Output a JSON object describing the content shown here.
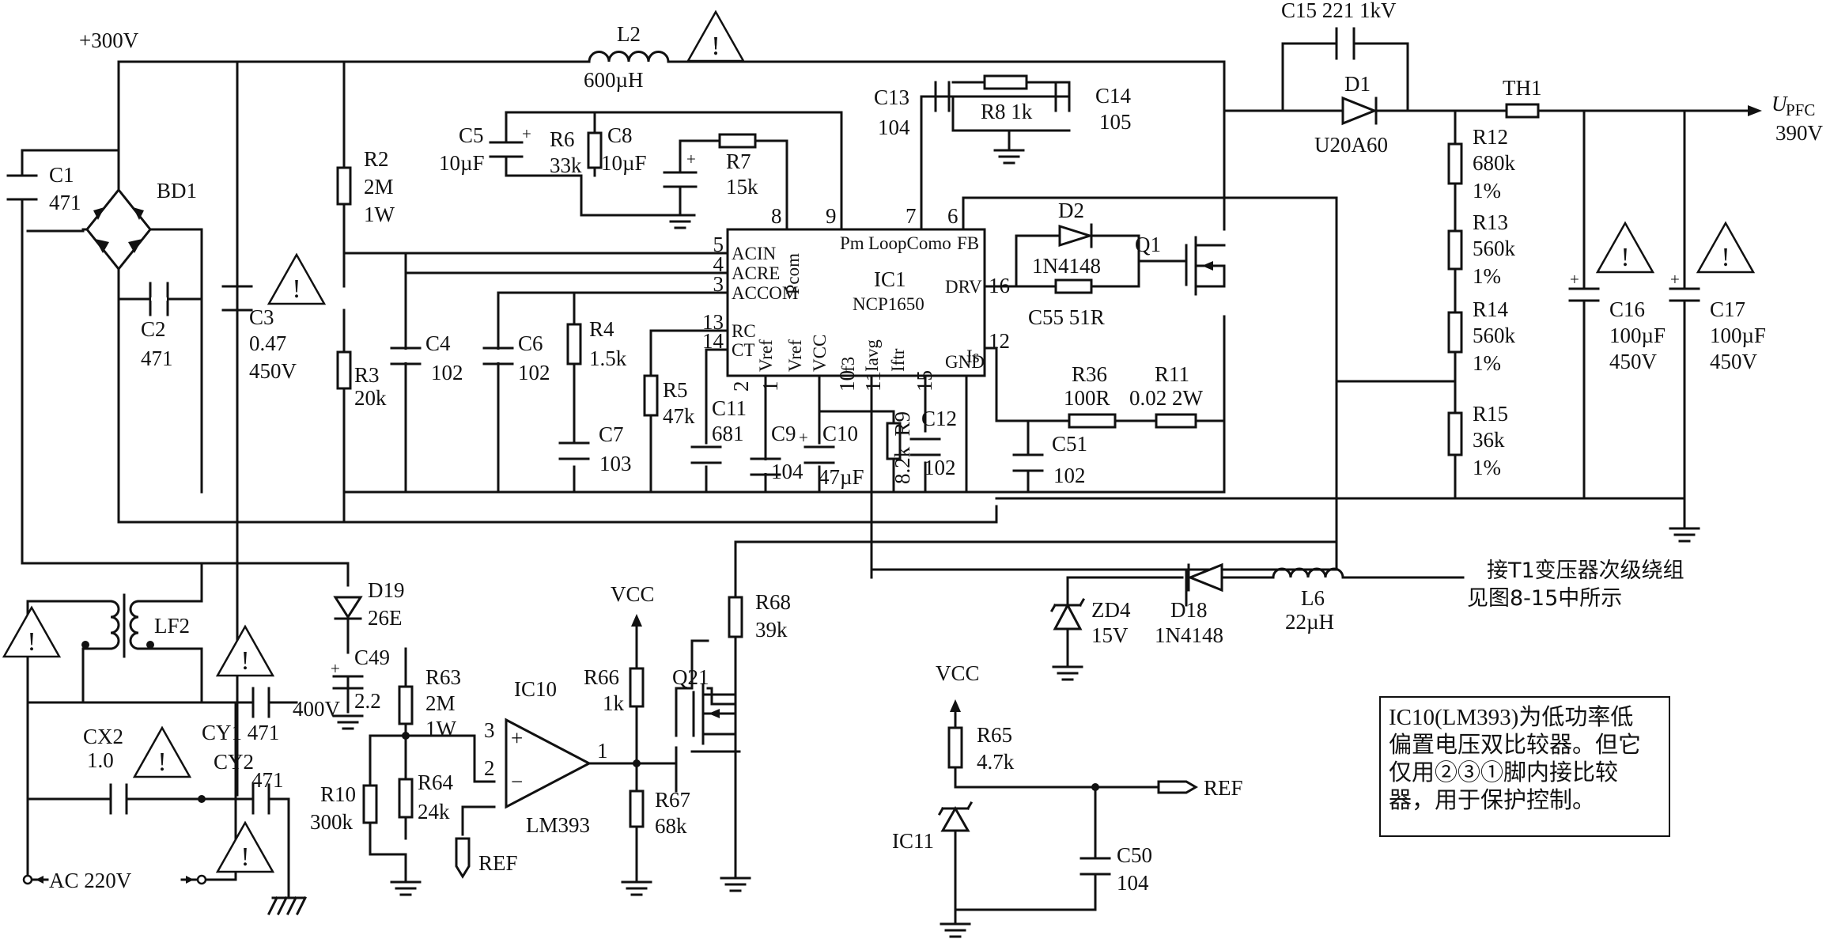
{
  "rail": "+300V",
  "labels": {
    "l2": "L2",
    "l2v": "600µH",
    "c15": "C15 221 1kV",
    "d1": "D1",
    "d1v": "U20A60",
    "th1": "TH1",
    "upfc": "U",
    "upfc_sub": "PFC",
    "upfc_v": "390V",
    "c13": "C13",
    "c13v": "104",
    "r8": "R8 1k",
    "c14": "C14",
    "c14v": "105",
    "c1": "C1",
    "c1v": "471",
    "bd1": "BD1",
    "c2": "C2",
    "c2v": "471",
    "c3": "C3",
    "c3v1": "0.47",
    "c3v2": "450V",
    "r2": "R2",
    "r2v1": "2M",
    "r2v2": "1W",
    "r3": "R3",
    "r3v": "20k",
    "c4": "C4",
    "c4v": "102",
    "c6": "C6",
    "c6v": "102",
    "c5": "C5",
    "c5v": "10µF",
    "r6": "R6",
    "r6v": "33k",
    "c8": "C8",
    "c8v": "10µF",
    "r7": "R7",
    "r7v": "15k",
    "r4": "R4",
    "r4v": "1.5k",
    "c7": "C7",
    "c7v": "103",
    "r5": "R5",
    "r5v": "47k",
    "c11": "C11",
    "c11v": "681",
    "c9": "C9",
    "c9v": "104",
    "c10": "C10",
    "c10v": "47µF",
    "r9": "R9",
    "r9v": "8.2k",
    "c12": "C12",
    "c12v": "102",
    "d2": "D2",
    "d2v": "1N4148",
    "q1": "Q1",
    "c55": "C55 51R",
    "r36": "R36",
    "r36v": "100R",
    "r11": "R11",
    "r11v": "0.02 2W",
    "c51": "C51",
    "c51v": "102",
    "r12": "R12",
    "r12v1": "680k",
    "r12v2": "1%",
    "r13": "R13",
    "r13v1": "560k",
    "r13v2": "1%",
    "r14": "R14",
    "r14v1": "560k",
    "r14v2": "1%",
    "r15": "R15",
    "r15v1": "36k",
    "r15v2": "1%",
    "c16": "C16",
    "c16v1": "100µF",
    "c16v2": "450V",
    "c17": "C17",
    "c17v1": "100µF",
    "c17v2": "450V",
    "lf2": "LF2",
    "d19": "D19",
    "d19v": "26E",
    "c49": "C49",
    "c49v": "2.2",
    "r63": "R63",
    "r63v1": "2M",
    "r63v2": "1W",
    "r10": "R10",
    "r10v": "300k",
    "r64": "R64",
    "r64v": "24k",
    "ic10": "IC10",
    "lm393": "LM393",
    "vcc1": "VCC",
    "r66": "R66",
    "r66v": "1k",
    "r67": "R67",
    "r67v": "68k",
    "q21": "Q21",
    "r68": "R68",
    "r68v": "39k",
    "zd4": "ZD4",
    "zd4v": "15V",
    "d18": "D18",
    "d18v": "1N4148",
    "l6": "L6",
    "l6v": "22µH",
    "t1_1": "接T1变压器次级绕组",
    "t1_2": "见图8-15中所示",
    "vcc2": "VCC",
    "r65": "R65",
    "r65v": "4.7k",
    "ref1": "REF",
    "ref2": "REF",
    "ic11": "IC11",
    "c50": "C50",
    "c50v": "104",
    "cx2": "CX2",
    "cx2v": "1.0",
    "cy1": "CY1 471",
    "v400": "400V",
    "cy2": "CY2",
    "cy2v": "471",
    "ac": "AC 220V",
    "op_in3": "3",
    "op_in2": "2",
    "op_out": "1",
    "op_plus": "+",
    "op_minus": "−"
  },
  "ic1": {
    "name": "IC1",
    "part": "NCP1650",
    "pins_left": [
      {
        "num": "5",
        "name": "ACIN"
      },
      {
        "num": "4",
        "name": "ACRE"
      },
      {
        "num": "3",
        "name": "ACCOM"
      },
      {
        "num": "13",
        "name": "RC"
      },
      {
        "num": "14",
        "name": "CT"
      }
    ],
    "pins_top": [
      {
        "num": "8",
        "name": "Pcom"
      },
      {
        "num": "9",
        "name": "Pm"
      },
      {
        "num": "7",
        "name": "LoopComo"
      },
      {
        "num": "6",
        "name": "FB"
      }
    ],
    "pins_bottom": [
      {
        "num": "2",
        "name": "Vref"
      },
      {
        "num": "1",
        "name": "Vref"
      },
      {
        "num": "",
        "name": "VCC"
      },
      {
        "num": "",
        "name": "f3"
      },
      {
        "num": "10",
        "name": "Iavg"
      },
      {
        "num": "11",
        "name": "Iftr"
      },
      {
        "num": "15",
        "name": "GND"
      }
    ],
    "pins_right": [
      {
        "num": "16",
        "name": "DRV"
      },
      {
        "num": "12",
        "name": "Is"
      }
    ]
  },
  "note": {
    "lines": [
      "IC10(LM393)为低功率低",
      "偏置电压双比较器。但它",
      "仅用②③①脚内接比较",
      "器，用于保护控制。"
    ]
  },
  "warning_symbol": "!"
}
